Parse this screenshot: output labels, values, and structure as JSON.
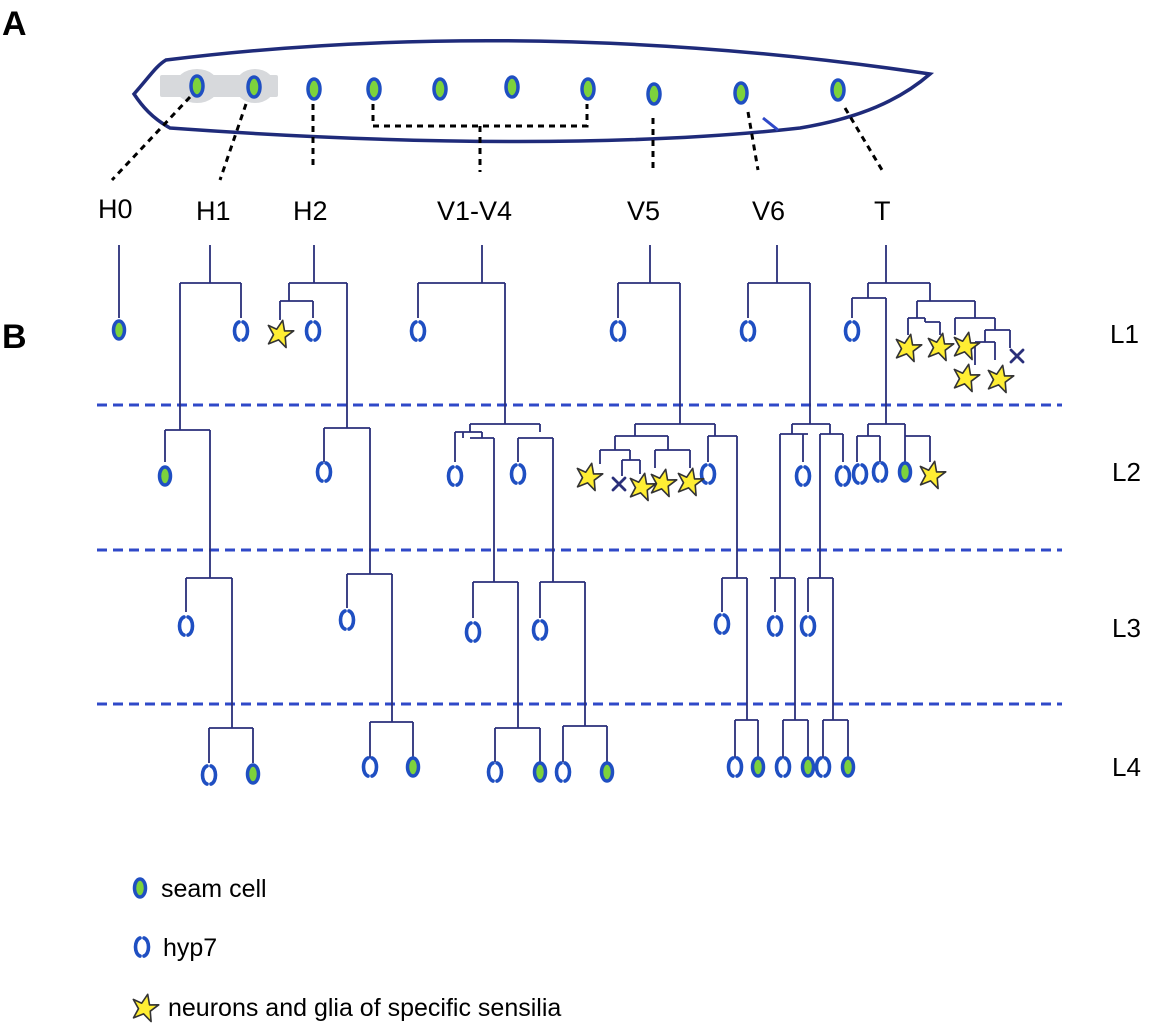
{
  "panels": {
    "a": "A",
    "b": "B"
  },
  "lineages": [
    "H0",
    "H1",
    "H2",
    "V1-V4",
    "V5",
    "V6",
    "T"
  ],
  "stages": [
    "L1",
    "L2",
    "L3",
    "L4"
  ],
  "legend": {
    "seam": "seam cell",
    "hyp7": "hyp7",
    "neuron": "neurons and glia of specific sensilia"
  },
  "colors": {
    "line": "#2a2f7a",
    "seam_fill": "#7dd23c",
    "cell_stroke": "#1f4fc2",
    "star_fill": "#ffee33",
    "star_stroke": "#333333",
    "dash": "#2f49c8"
  },
  "icons": {
    "seam": "green-oval-icon",
    "hyp7": "open-oval-icon",
    "neuron": "yellow-star-icon",
    "death": "x-mark-icon"
  }
}
